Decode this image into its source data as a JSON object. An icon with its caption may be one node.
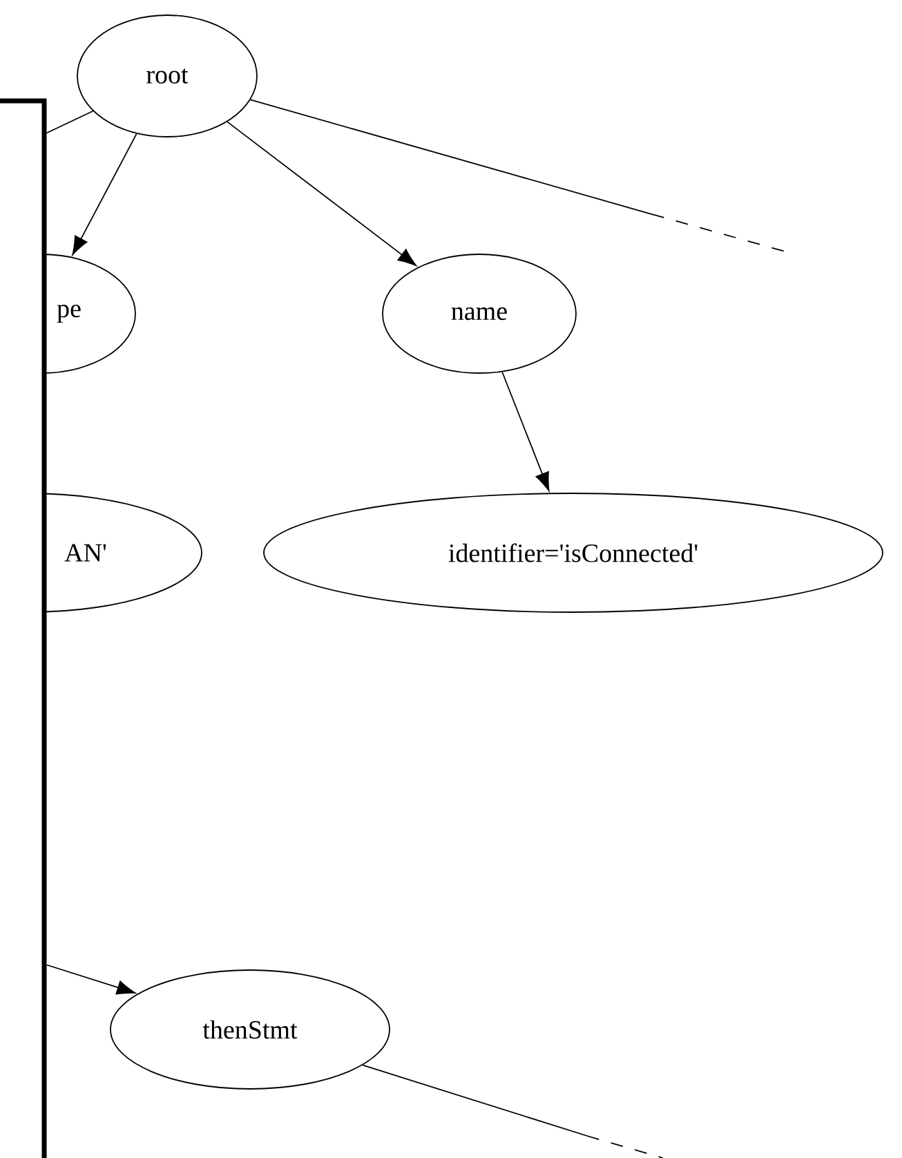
{
  "diagram": {
    "nodes": [
      {
        "text": [
          "root"
        ]
      },
      {
        "text": [
          "pe"
        ]
      },
      {
        "text": [
          "name"
        ]
      },
      {
        "text": [
          "AN'"
        ]
      },
      {
        "text": [
          "identifier='isConnected'"
        ]
      },
      {
        "text": [
          "thenStmt"
        ]
      },
      {
        "text": [],
        "shape": "box"
      }
    ],
    "edges": [
      {
        "from": 0,
        "to": 1,
        "arrow": "to"
      },
      {
        "from": 0,
        "to": 2,
        "arrow": "to"
      },
      {
        "from": 0,
        "to": null,
        "arrow": "none"
      },
      {
        "from": 0,
        "to": 6,
        "arrow": "none"
      },
      {
        "from": 2,
        "to": 4,
        "arrow": "to"
      },
      {
        "from": 6,
        "to": 5,
        "arrow": "to"
      },
      {
        "from": 5,
        "to": null,
        "arrow": "none"
      }
    ]
  }
}
